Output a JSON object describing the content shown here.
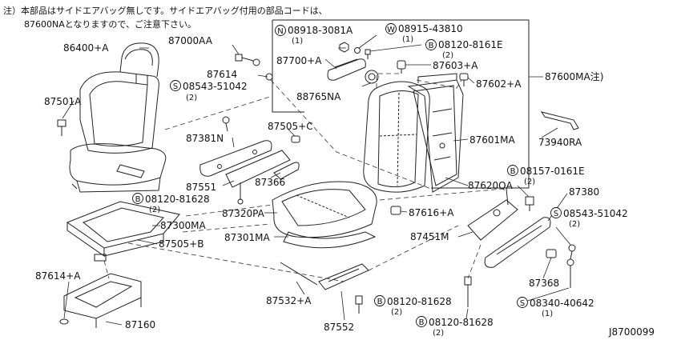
{
  "note": {
    "line1": "注）本部品はサイドエアバッグ無しです。サイドエアバッグ付用の部品コードは、",
    "line2": "87600NAとなりますので、ご注意下さい。"
  },
  "figure_id": "J8700099",
  "labels": {
    "p86400a": "86400+A",
    "p87000aa": "87000AA",
    "p87614": "87614",
    "p08543_51042_a": "08543-51042",
    "q2_a": "(2)",
    "p87501a": "87501A",
    "p87381n": "87381N",
    "p87505c": "87505+C",
    "p87551": "87551",
    "p87366": "87366",
    "p08120_81628_a": "08120-81628",
    "q2_b": "(2)",
    "p87300ma": "87300MA",
    "p87320pa": "87320PA",
    "p87301ma": "87301MA",
    "p87505b": "87505+B",
    "p87614a": "87614+A",
    "p87160": "87160",
    "p87532a": "87532+A",
    "p87552": "87552",
    "p08120_81628_b": "08120-81628",
    "q2_c": "(2)",
    "p08120_81628_c": "08120-81628",
    "q2_d": "(2)",
    "p08918_3081a": "08918-3081A",
    "q1_a": "(1)",
    "p08915_43810": "08915-43810",
    "q1_b": "(1)",
    "p08120_8161e": "08120-8161E",
    "q2_e": "(2)",
    "p87700a": "87700+A",
    "p87603a": "87603+A",
    "p87602a": "87602+A",
    "p87600ma": "87600MA注)",
    "p88765na": "88765NA",
    "p87601ma": "87601MA",
    "p87620qa": "87620QA",
    "p73940ra": "73940RA",
    "p08157_0161e": "08157-0161E",
    "q2_f": "(2)",
    "p87380": "87380",
    "p08543_51042_b": "08543-51042",
    "q2_g": "(2)",
    "p87616a": "87616+A",
    "p87451m": "87451M",
    "p87368": "87368",
    "p08340_40642": "08340-40642",
    "q1_c": "(1)"
  },
  "prefix": {
    "S": "S",
    "B": "B",
    "N": "N",
    "W": "W"
  }
}
